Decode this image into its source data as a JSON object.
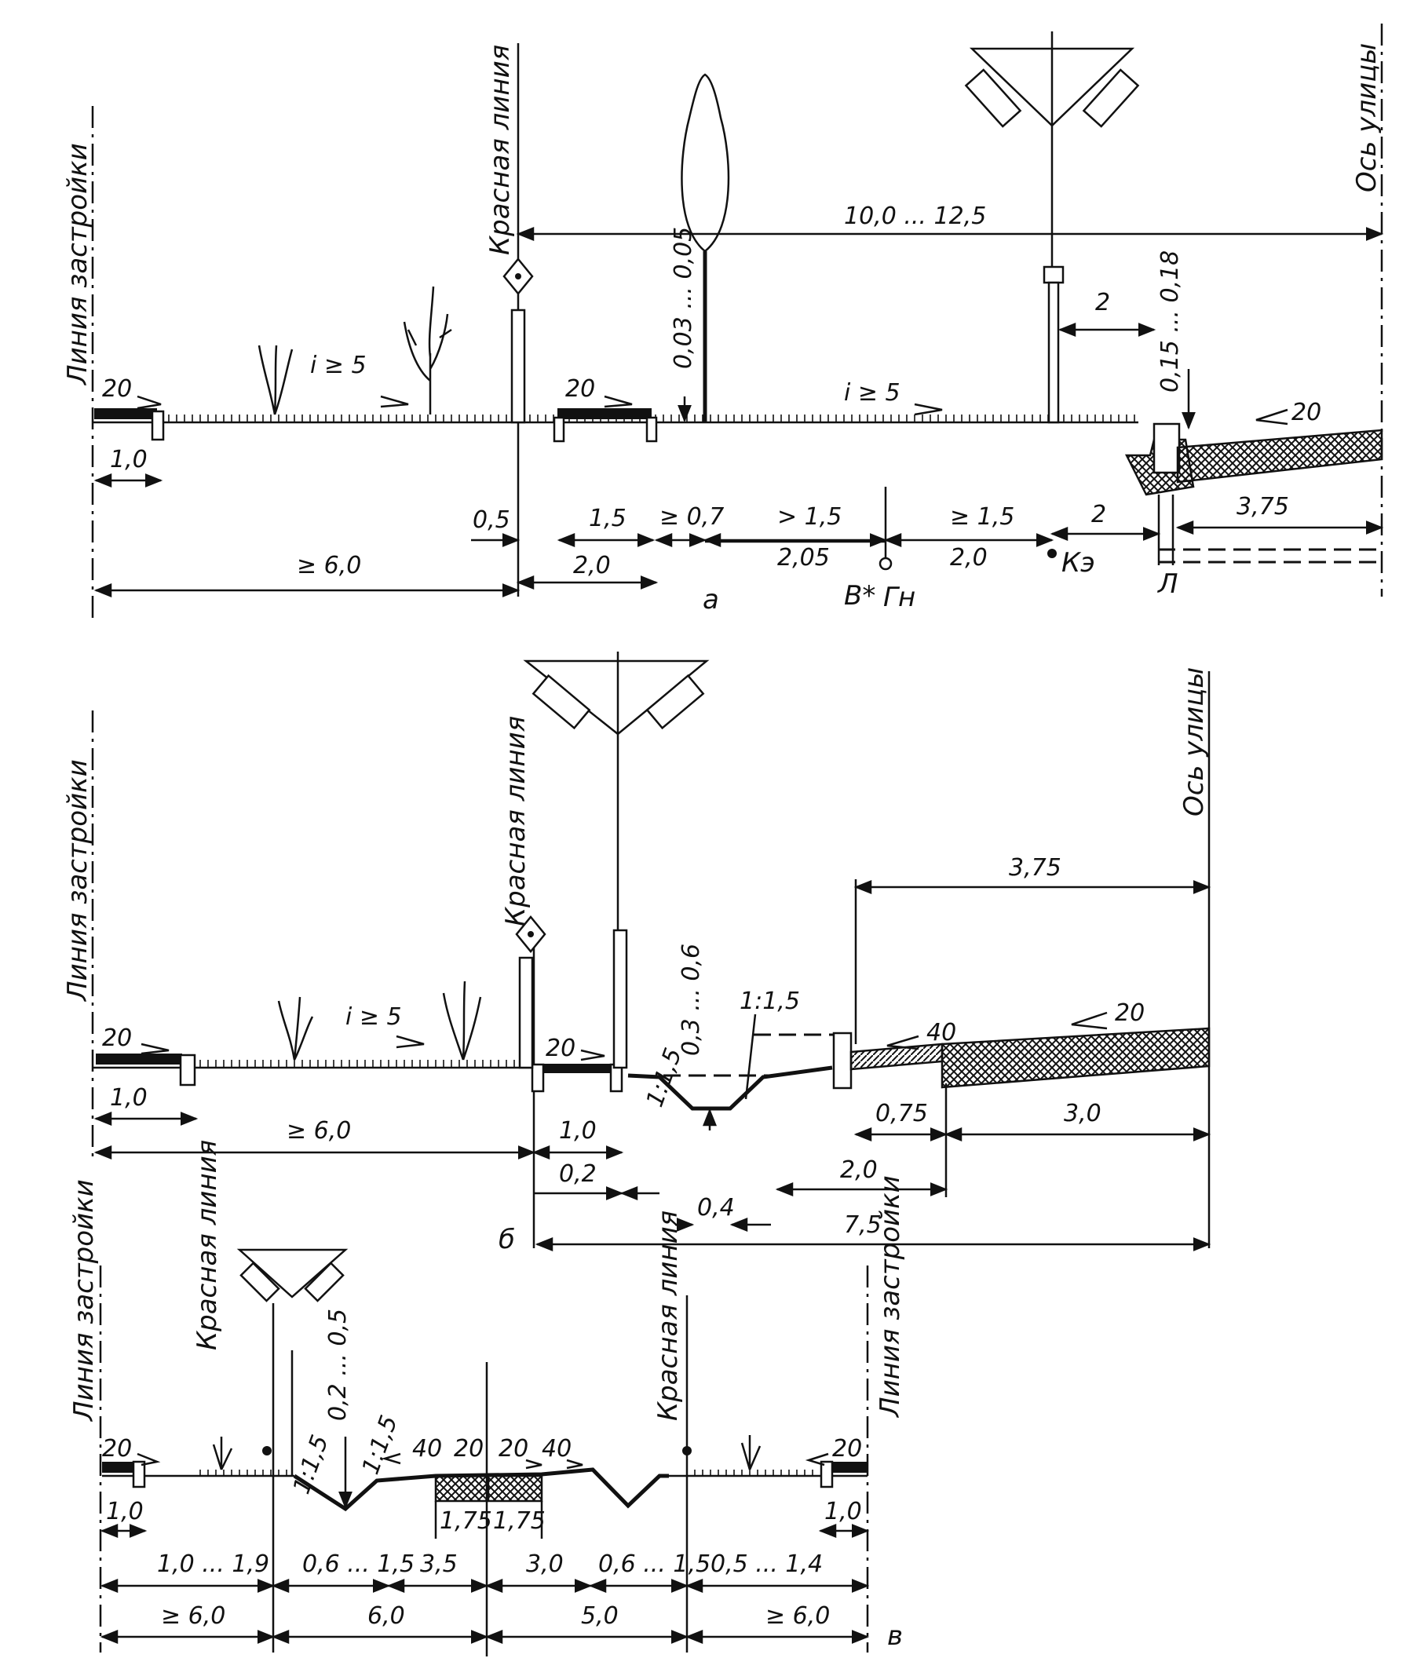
{
  "labels": {
    "building_line": "Линия застройки",
    "red_line": "Красная линия",
    "red_line_short": "Красная линия",
    "street_axis": "Ось улицы"
  },
  "panel_a": {
    "letter": "а",
    "top_span": "10,0 ... 12,5",
    "tree_clearance": "0,03 ... 0,05",
    "curb_height": "0,15 ... 0,18",
    "light_offset": "2",
    "slope_left": "20",
    "slope_i": "i ≥ 5",
    "slope_mid": "20",
    "slope_i2": "i ≥ 5",
    "slope_road": "20",
    "dim_1_0": "1,0",
    "dim_0_5": "0,5",
    "dim_1_5": "1,5",
    "dim_ge_0_7": "≥ 0,7",
    "dim_gt_1_5": "> 1,5",
    "dim_ge_1_5": "≥ 1,5",
    "dim_2": "2",
    "dim_3_75": "3,75",
    "dim_ge_6_0": "≥ 6,0",
    "dim_2_0a": "2,0",
    "dim_2_05": "2,05",
    "dim_2_0b": "2,0",
    "mark_b": "В*",
    "mark_gn": "Гн",
    "mark_ke": "Кэ",
    "mark_l": "Л"
  },
  "panel_b": {
    "letter": "б",
    "top_span": "3,75",
    "ditch_depth": "0,3 ... 0,6",
    "slope_ratio": "1:1,5",
    "slope_ratio_left": "1:1,5",
    "slope_left": "20",
    "slope_i": "i ≥ 5",
    "slope_mid": "20",
    "slope_40": "40",
    "slope_road": "20",
    "dim_1_0a": "1,0",
    "dim_ge_6_0": "≥ 6,0",
    "dim_1_0b": "1,0",
    "dim_0_2": "0,2",
    "dim_0_4": "0,4",
    "dim_0_75": "0,75",
    "dim_3_0": "3,0",
    "dim_2_0": "2,0",
    "dim_7_5": "7,5"
  },
  "panel_v": {
    "letter": "в",
    "ditch_depth": "0,2 ... 0,5",
    "slope_ratio_a": "1:1,5",
    "slope_ratio_b": "1:1,5",
    "slope_20_left": "20",
    "slope_40a": "40",
    "slope_20a": "20",
    "slope_20b": "20",
    "slope_40b": "40",
    "slope_20_right": "20",
    "lane_a": "1,75",
    "lane_b": "1,75",
    "dim_1_0_left": "1,0",
    "dim_1_0_right": "1,0",
    "dim_1_0_1_9": "1,0 ... 1,9",
    "dim_0_6_1_5a": "0,6 ... 1,5",
    "dim_3_5": "3,5",
    "dim_3_0": "3,0",
    "dim_0_6_1_5b": "0,6 ... 1,5",
    "dim_0_5_1_4": "0,5 ... 1,4",
    "dim_ge_6_0_left": "≥ 6,0",
    "dim_6_0": "6,0",
    "dim_5_0": "5,0",
    "dim_ge_6_0_right": "≥ 6,0"
  }
}
